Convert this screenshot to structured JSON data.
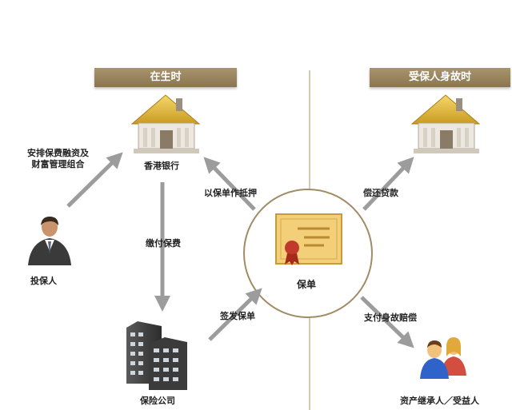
{
  "sections": {
    "alive": "在生时",
    "after_death": "受保人身故时"
  },
  "nodes": {
    "bank_left": "香港银行",
    "policyholder": "投保人",
    "insurer": "保险公司",
    "policy": "保单",
    "heirs": "资产继承人／受益人"
  },
  "flows": {
    "arrange_financing": [
      "安排保费融资及",
      "财富管理组合"
    ],
    "pay_premium": "缴付保费",
    "pledge_policy": "以保单作抵押",
    "issue_policy": "签发保单",
    "repay_loan": "偿还贷款",
    "pay_death_claim": "支付身故赔偿"
  },
  "colors": {
    "banner": "#8f7a55",
    "arrow": "#9c9c9c",
    "divider": "#c8b89a",
    "roof": "#e7c44a",
    "certificate": "#f3cf7a",
    "seal": "#c0392b"
  }
}
